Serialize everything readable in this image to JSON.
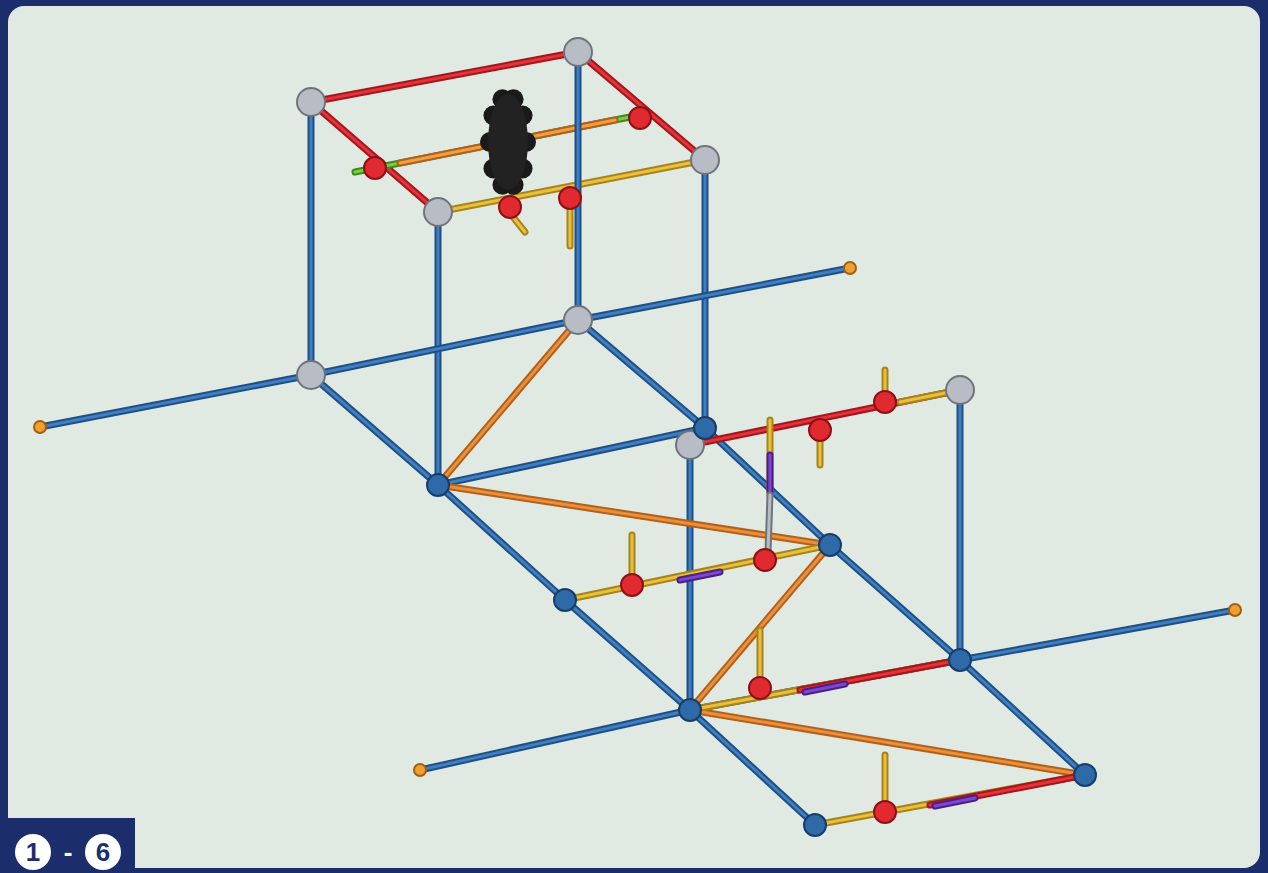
{
  "diagram": {
    "labels": [
      "1",
      "-",
      "6"
    ]
  }
}
